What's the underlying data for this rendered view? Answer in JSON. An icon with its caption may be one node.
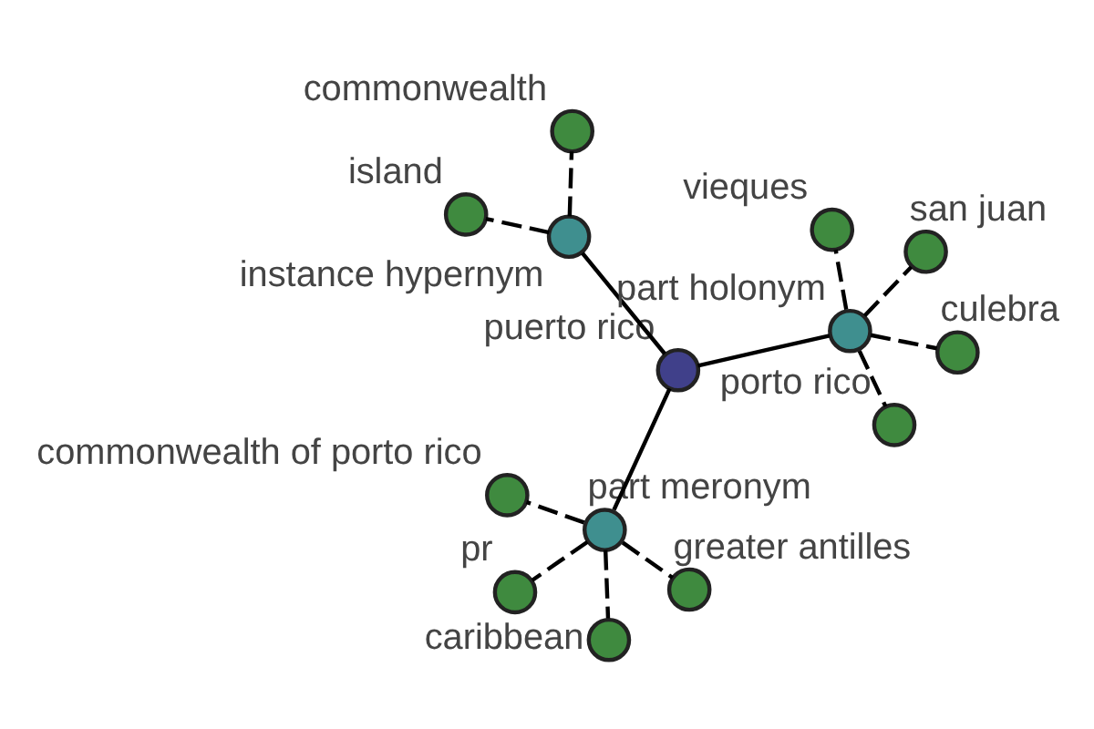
{
  "diagram": {
    "nodes": [
      {
        "text": [
          "commonwealth of porto rico"
        ]
      },
      {
        "text": [
          "commonwealth"
        ]
      },
      {
        "text": [
          "caribbean"
        ]
      },
      {
        "text": [
          "instance hypernym"
        ]
      },
      {
        "text": [
          "part meronym"
        ]
      },
      {
        "text": [
          "island"
        ]
      },
      {
        "text": [
          "puerto rico"
        ]
      },
      {
        "text": [
          "greater antilles"
        ]
      },
      {
        "text": [
          "pr"
        ]
      },
      {
        "text": [
          "part holonym"
        ]
      },
      {
        "text": [
          "porto rico"
        ]
      },
      {
        "text": [
          "vieques"
        ]
      },
      {
        "text": [
          "culebra"
        ]
      },
      {
        "text": [
          "san juan"
        ]
      }
    ],
    "edges": [
      {
        "from": 6,
        "to": 4,
        "arrow": "none"
      },
      {
        "from": 6,
        "to": 3,
        "arrow": "none"
      },
      {
        "from": 6,
        "to": 9,
        "arrow": "none"
      },
      {
        "from": 4,
        "to": 0,
        "arrow": "none",
        "style": "dashed"
      },
      {
        "from": 4,
        "to": 2,
        "arrow": "none",
        "style": "dashed"
      },
      {
        "from": 4,
        "to": 7,
        "arrow": "none",
        "style": "dashed"
      },
      {
        "from": 4,
        "to": 8,
        "arrow": "none",
        "style": "dashed"
      },
      {
        "from": 3,
        "to": 1,
        "arrow": "none",
        "style": "dashed"
      },
      {
        "from": 3,
        "to": 5,
        "arrow": "none",
        "style": "dashed"
      },
      {
        "from": 9,
        "to": 10,
        "arrow": "none",
        "style": "dashed"
      },
      {
        "from": 9,
        "to": 11,
        "arrow": "none",
        "style": "dashed"
      },
      {
        "from": 9,
        "to": 12,
        "arrow": "none",
        "style": "dashed"
      },
      {
        "from": 9,
        "to": 13,
        "arrow": "none",
        "style": "dashed"
      }
    ]
  }
}
